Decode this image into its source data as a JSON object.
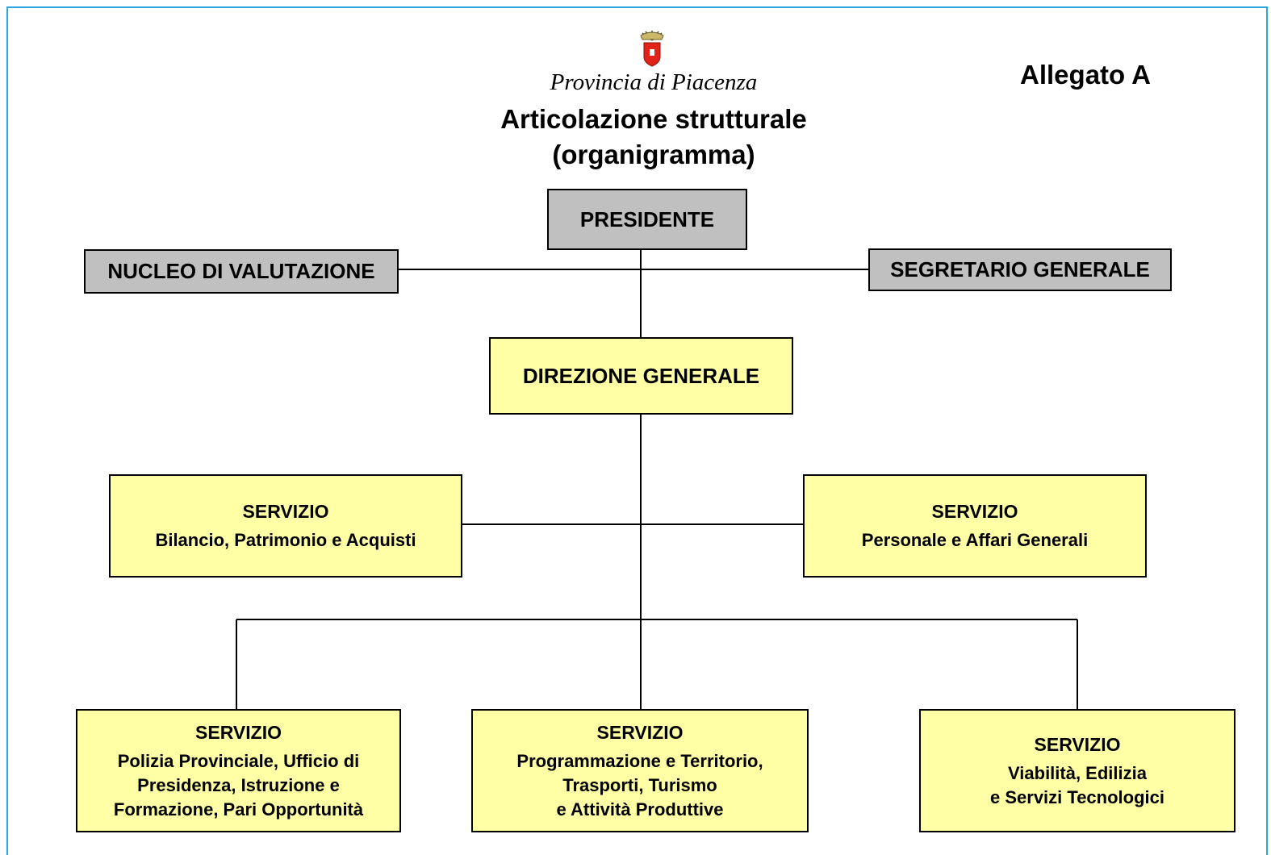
{
  "header": {
    "province": "Provincia di Piacenza",
    "title_line1": "Articolazione strutturale",
    "title_line2": "(organigramma)",
    "annex": "Allegato A"
  },
  "nodes": {
    "presidente": {
      "label": "PRESIDENTE"
    },
    "nucleo": {
      "label": "NUCLEO DI VALUTAZIONE"
    },
    "segretario": {
      "label": "SEGRETARIO GENERALE"
    },
    "direzione": {
      "label": "DIREZIONE GENERALE"
    },
    "bilancio": {
      "head": "SERVIZIO",
      "lines": [
        "Bilancio, Patrimonio e Acquisti"
      ]
    },
    "personale": {
      "head": "SERVIZIO",
      "lines": [
        "Personale e Affari Generali"
      ]
    },
    "polizia": {
      "head": "SERVIZIO",
      "lines": [
        "Polizia Provinciale, Ufficio di",
        "Presidenza, Istruzione e",
        "Formazione, Pari Opportunità"
      ]
    },
    "programmazione": {
      "head": "SERVIZIO",
      "lines": [
        "Programmazione e Territorio,",
        "Trasporti, Turismo",
        "e Attività Produttive"
      ]
    },
    "viabilita": {
      "head": "SERVIZIO",
      "lines": [
        "Viabilità, Edilizia",
        "e Servizi Tecnologici"
      ]
    }
  },
  "colors": {
    "staff_box": "#c0c0c0",
    "service_box": "#ffffa6",
    "frame": "#2aa7df",
    "logo_shield": "#e2231a"
  },
  "icons": {
    "logo": "crest-icon"
  }
}
